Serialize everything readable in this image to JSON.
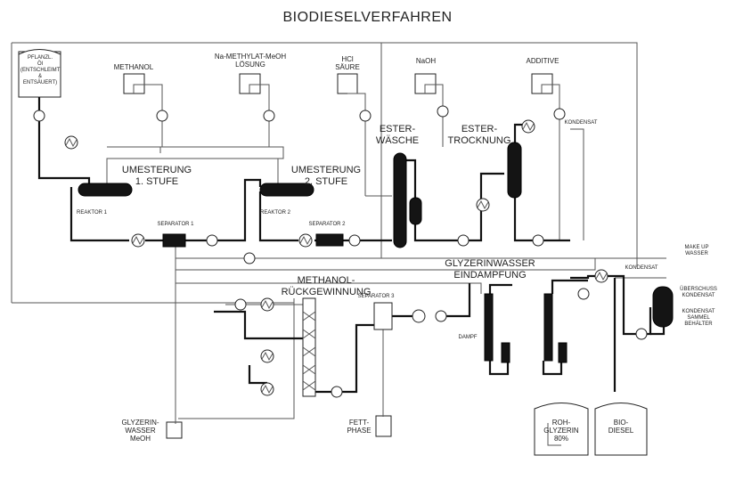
{
  "title": "BIODIESELVERFAHREN",
  "labels": {
    "pflanzenoel": "PFLANZL.\nÖl\n(ENTSCHLEIMT\n&\nENTSÄUERT)",
    "methanol": "METHANOL",
    "na_methylat": "Na-METHYLAT-MeOH\nLÖSUNG",
    "hcl": "HCl\nSÄURE",
    "naoh": "NaOH",
    "additive": "ADDITIVE",
    "ester_waesche": "ESTER-\nWÄSCHE",
    "ester_trocknung": "ESTER-\nTROCKNUNG",
    "kondensat_top": "KONDENSAT",
    "umesterung_1": "UMESTERUNG\n1. STUFE",
    "umesterung_2": "UMESTERUNG\n2. STUFE",
    "reaktor_1": "REAKTOR 1",
    "separator_1": "SEPARATOR 1",
    "reaktor_2": "REAKTOR 2",
    "separator_2": "SEPARATOR 2",
    "make_up_wasser": "MAKE UP\nWASSER",
    "glyzerinwasser_eindampfung": "GLYZERINWASSER\nEINDAMPFUNG",
    "kondensat_right": "KONDENSAT",
    "ueberschuss_kondensat": "ÜBERSCHUSS\nKONDENSAT",
    "kondensat_sammel": "KONDENSAT\nSAMMEL\nBEHÄLTER",
    "methanol_rueck": "METHANOL-\nRÜCKGEWINNUNG",
    "separator_3": "SEPARATOR 3",
    "dampf": "DAMPF",
    "glyzerin_wasser": "GLYZERIN-\nWASSER\nMeOH",
    "fettphase": "FETT-\nPHASE",
    "roh_glyzerin": "ROH-\nGLYZERIN\n80%",
    "bio_diesel": "BIO-\nDIESEL"
  }
}
